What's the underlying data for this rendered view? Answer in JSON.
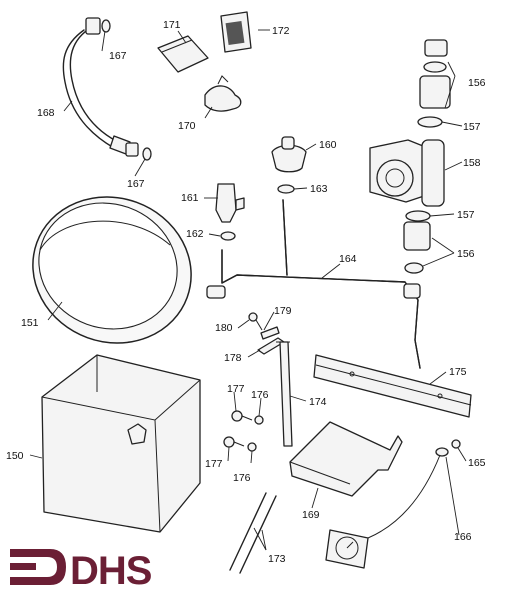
{
  "labels": {
    "l150": "150",
    "l151": "151",
    "l156a": "156",
    "l156b": "156",
    "l157a": "157",
    "l157b": "157",
    "l158": "158",
    "l160": "160",
    "l161": "161",
    "l162": "162",
    "l163": "163",
    "l164": "164",
    "l165": "165",
    "l166": "166",
    "l167a": "167",
    "l167b": "167",
    "l168": "168",
    "l169": "169",
    "l170": "170",
    "l171": "171",
    "l172": "172",
    "l173": "173",
    "l174": "174",
    "l175": "175",
    "l176a": "176",
    "l176b": "176",
    "l177a": "177",
    "l177b": "177",
    "l178": "178",
    "l179": "179",
    "l180": "180"
  },
  "logo": {
    "text": "DHS",
    "color": "#6b1f35"
  }
}
